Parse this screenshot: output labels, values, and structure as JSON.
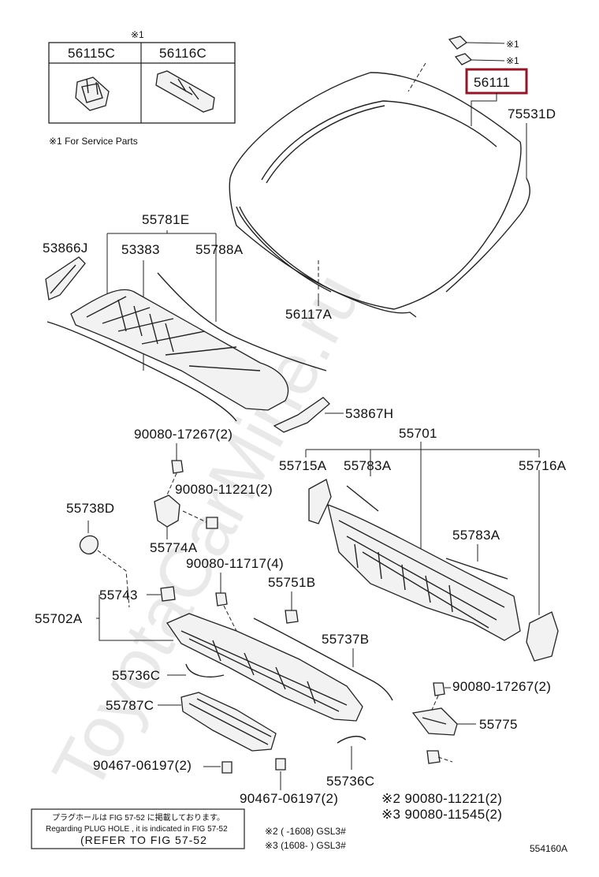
{
  "service_box": {
    "note_mark": "※1",
    "col_left": "56115C",
    "col_right": "56116C",
    "footnote": "※1  For Service Parts"
  },
  "labels": {
    "p56111": "56111",
    "p75531D": "75531D",
    "mark1a": "※1",
    "mark1b": "※1",
    "p55781E": "55781E",
    "p53866J": "53866J",
    "p53383": "53383",
    "p55788A": "55788A",
    "p56117A": "56117A",
    "p53867H": "53867H",
    "p55701": "55701",
    "p90080_17267a": "90080-17267(2)",
    "p55715A": "55715A",
    "p55783A_a": "55783A",
    "p55716A": "55716A",
    "p90080_11221a": "90080-11221(2)",
    "p55738D": "55738D",
    "p55774A": "55774A",
    "p55783A_b": "55783A",
    "p90080_11717": "90080-11717(4)",
    "p55751B": "55751B",
    "p55743": "55743",
    "p55702A": "55702A",
    "p55737B": "55737B",
    "p55736C_a": "55736C",
    "p90080_17267b": "90080-17267(2)",
    "p55787C": "55787C",
    "p55775": "55775",
    "p90467_06197a": "90467-06197(2)",
    "p55736C_b": "55736C",
    "p90467_06197b": "90467-06197(2)",
    "p90080_11221b": "※2 90080-11221(2)",
    "p90080_11545": "※3 90080-11545(2)"
  },
  "reference_box": {
    "line_jp": "プラグホールは FIG 57-52 に掲載しております。",
    "line_en": "Regarding  PLUG  HOLE , it is indicated in  FIG  57-52",
    "line_ref": "(REFER  TO  FIG  57-52"
  },
  "notes": {
    "note2": "※2 (        -1608) GSL3#",
    "note3": "※3 (1608-        ) GSL3#"
  },
  "diagram_id": "554160A",
  "watermark": "ToyotaCarMine.ru",
  "highlight_color": "#8b1a2b"
}
